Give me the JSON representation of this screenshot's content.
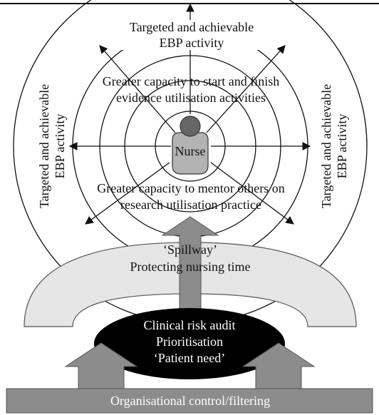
{
  "top_label": {
    "line1": "Targeted and achievable",
    "line2": "EBP activity"
  },
  "left_label": {
    "line1": "Targeted and achievable",
    "line2": "EBP activity"
  },
  "right_label": {
    "line1": "Targeted and achievable",
    "line2": "EBP activity"
  },
  "upper_center": {
    "line1": "Greater capacity to start and finish",
    "line2": "evidence utilisation activities"
  },
  "lower_center": {
    "line1": "Greater capacity to mentor others on",
    "line2": "research utilisation practice"
  },
  "nurse_label": "Nurse",
  "spillway": {
    "line1": "‘Spillway’",
    "line2": "Protecting nursing time"
  },
  "core_ellipse": {
    "line1": "Clinical risk audit",
    "line2": "Prioritisation",
    "line3": "‘Patient need’"
  },
  "footer_bar": "Organisational control/filtering",
  "colors": {
    "ring_stroke": "#111111",
    "nurse_head": "#666666",
    "nurse_body": "#b3b3b3",
    "spillway_fill": "#e6e6e6",
    "grey_arrow": "#8c8c8c",
    "core_fill": "#000000",
    "footer_fill": "#8c8c8c"
  }
}
